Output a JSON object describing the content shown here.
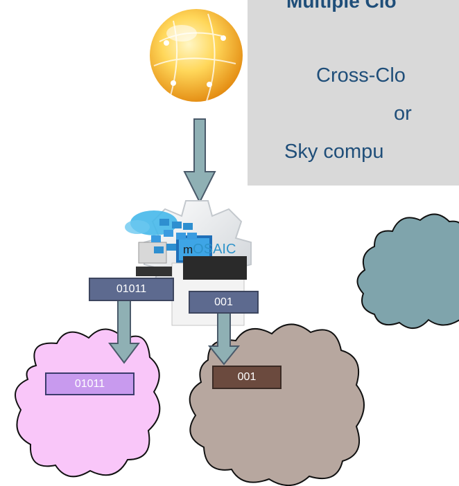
{
  "info": {
    "title": "Multiple Clo",
    "line1": "Cross-Clo",
    "line2": "or",
    "line3": "Sky compu"
  },
  "logo": {
    "prefix": "m",
    "name": "OSAIC"
  },
  "labels": {
    "data_block_left": "01011",
    "data_block_right": "001",
    "cloud_pink_block": "01011",
    "cloud_brown_block": "001"
  },
  "colors": {
    "arrow_fill": "#8fb0b4",
    "arrow_stroke": "#4a5a6a",
    "label_blue": "#5d6a8f",
    "label_purple": "#c89aee",
    "label_brown": "#6b4a3e",
    "cloud_pink": "#f9c6f9",
    "cloud_brown": "#b7a79f",
    "cloud_teal": "#7fa4ac",
    "info_bg": "#d9d9d9",
    "info_text": "#1f4e79"
  }
}
